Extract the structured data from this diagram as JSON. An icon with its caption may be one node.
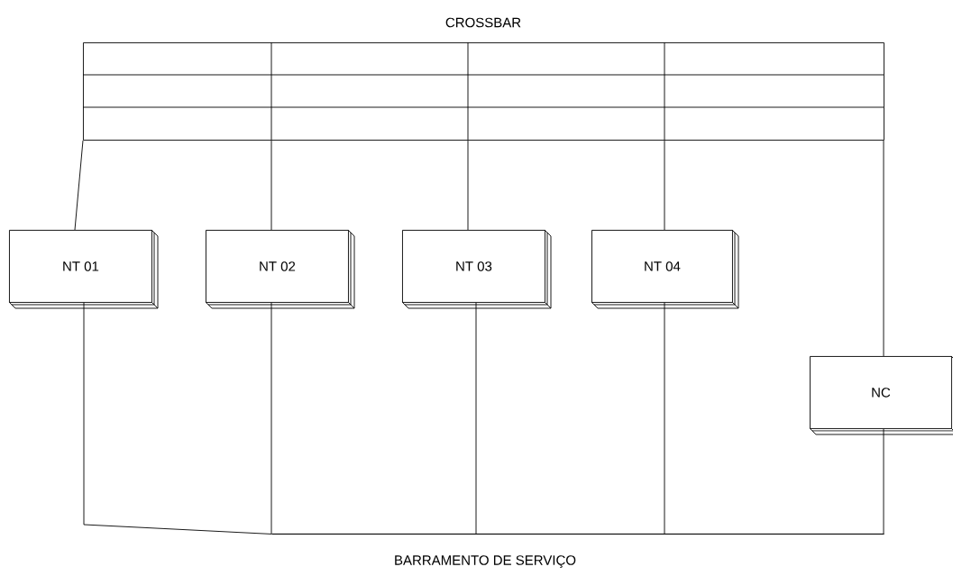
{
  "diagram": {
    "nodes": [
      {
        "text": [
          "CROSSBAR"
        ]
      },
      {
        "text": [
          "NT 01"
        ]
      },
      {
        "text": [
          "NT 02"
        ]
      },
      {
        "text": [
          "NT 03"
        ]
      },
      {
        "text": [
          "NT 04"
        ]
      },
      {
        "text": [
          "NC"
        ]
      },
      {
        "text": [
          "BARRAMENTO DE SERVIÇO"
        ]
      }
    ],
    "edges": [
      {
        "from": 0,
        "to": 1,
        "arrow": "none"
      },
      {
        "from": 0,
        "to": 2,
        "arrow": "none"
      },
      {
        "from": 0,
        "to": 3,
        "arrow": "none"
      },
      {
        "from": 0,
        "to": 4,
        "arrow": "none"
      },
      {
        "from": 0,
        "to": 5,
        "arrow": "none"
      },
      {
        "from": 1,
        "to": 6,
        "arrow": "none"
      },
      {
        "from": 2,
        "to": 6,
        "arrow": "none"
      },
      {
        "from": 3,
        "to": 6,
        "arrow": "none"
      },
      {
        "from": 4,
        "to": 6,
        "arrow": "none"
      },
      {
        "from": 5,
        "to": 6,
        "arrow": "none"
      }
    ]
  }
}
